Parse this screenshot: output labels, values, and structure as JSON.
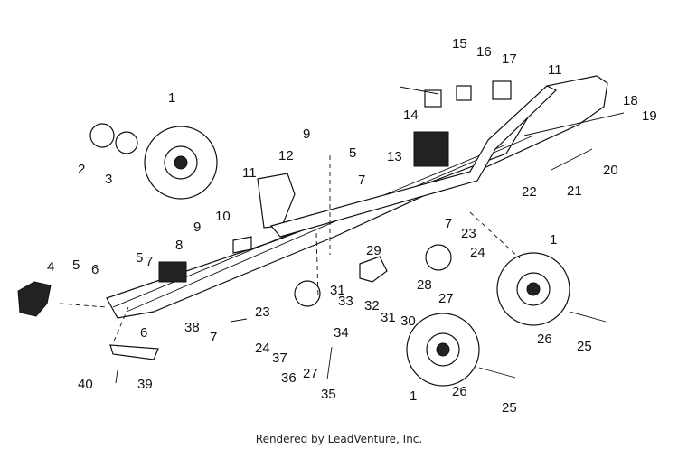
{
  "callouts": {
    "c1a": "1",
    "c1b": "1",
    "c1c": "1",
    "c2": "2",
    "c3": "3",
    "c4": "4",
    "c5a": "5",
    "c5b": "5",
    "c5c": "5",
    "c6a": "6",
    "c6b": "6",
    "c7a": "7",
    "c7b": "7",
    "c7c": "7",
    "c7d": "7",
    "c8": "8",
    "c9a": "9",
    "c9b": "9",
    "c10": "10",
    "c11a": "11",
    "c11b": "11",
    "c12": "12",
    "c13": "13",
    "c14": "14",
    "c15": "15",
    "c16": "16",
    "c17": "17",
    "c18": "18",
    "c19": "19",
    "c20": "20",
    "c21": "21",
    "c22": "22",
    "c23a": "23",
    "c23b": "23",
    "c24a": "24",
    "c24b": "24",
    "c25a": "25",
    "c25b": "25",
    "c26a": "26",
    "c26b": "26",
    "c27a": "27",
    "c27b": "27",
    "c28": "28",
    "c29": "29",
    "c30": "30",
    "c31a": "31",
    "c31b": "31",
    "c32": "32",
    "c33": "33",
    "c34": "34",
    "c35": "35",
    "c36": "36",
    "c37": "37",
    "c38": "38",
    "c39": "39",
    "c40": "40"
  },
  "footer": "Rendered by LeadVenture, Inc."
}
